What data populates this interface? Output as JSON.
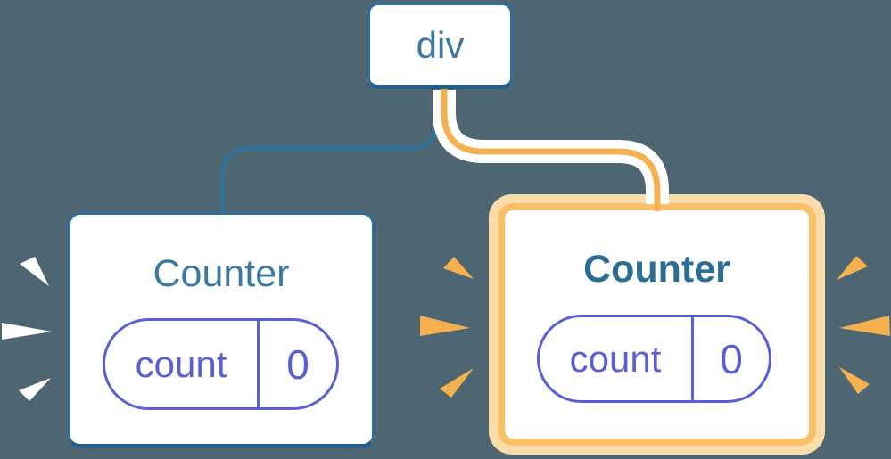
{
  "diagram": {
    "root": {
      "label": "div"
    },
    "left_counter": {
      "title": "Counter",
      "state": {
        "key": "count",
        "value": "0"
      }
    },
    "right_counter": {
      "title": "Counter",
      "state": {
        "key": "count",
        "value": "0"
      }
    }
  },
  "colors": {
    "background": "#4d6671",
    "blue_line": "#2e74a3",
    "blue_border": "#2f6f9e",
    "blue_border_dark": "#1e5f8f",
    "text_blue": "#3a78a0",
    "title_right": "#2b6d93",
    "indigo": "#5a5fd6",
    "orange": "#f5b14f",
    "orange_ring": "#f9c067",
    "orange_pale": "#fbdcab",
    "white": "#ffffff",
    "card_bg": "#ffffff"
  }
}
